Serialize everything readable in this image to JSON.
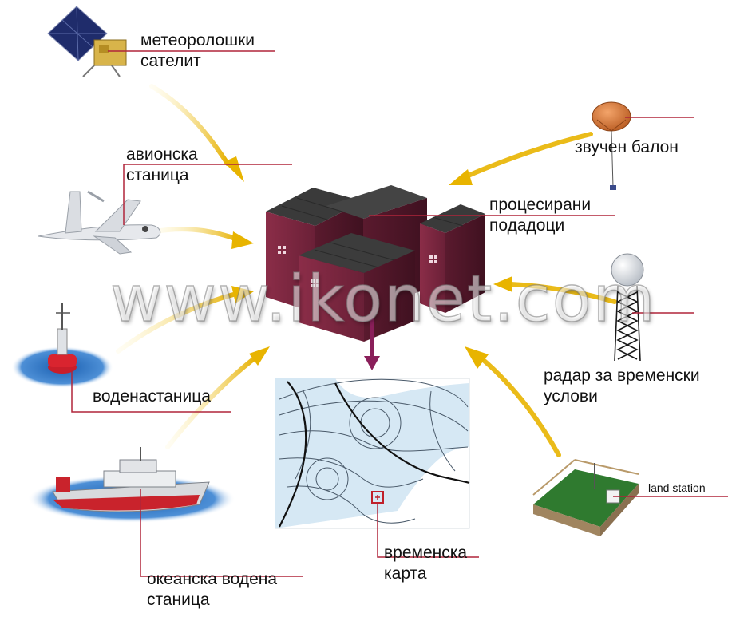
{
  "labels": {
    "satellite_line1": "метеоролошки",
    "satellite_line2": "сателит",
    "aircraft_line1": "авионска",
    "aircraft_line2": "станица",
    "balloon": "звучен балон",
    "processed_line1": "процесирани",
    "processed_line2": "подадоци",
    "buoy": "воденастаница",
    "radar_line1": "радар за временски",
    "radar_line2": "услови",
    "land_station": "land station",
    "ocean_line1": "океанска водена",
    "ocean_line2": "станица",
    "weather_map_line1": "временска",
    "weather_map_line2": "карта"
  },
  "watermark": "www.ikonet.com",
  "colors": {
    "leader_line": "#b0253a",
    "arrow_gold": "#e8b400",
    "output_arrow": "#8a1f5a",
    "supercomputer": "#7a3046",
    "supercomputer_top": "#3c3c3c",
    "map_water": "#d6e8f4"
  }
}
